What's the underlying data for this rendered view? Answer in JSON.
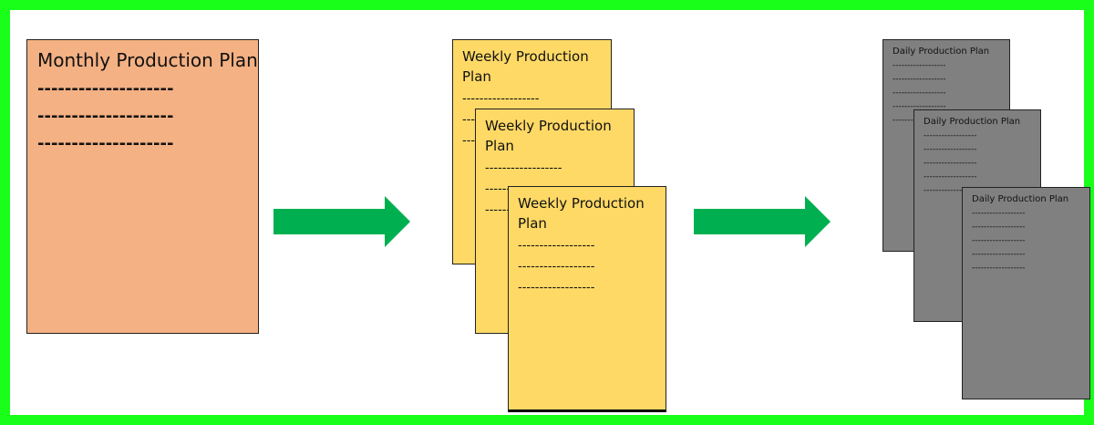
{
  "colors": {
    "frame": "#1aff1a",
    "monthly": "#f4b183",
    "weekly": "#ffd966",
    "daily": "#808080",
    "arrow": "#00b050"
  },
  "monthly": {
    "title": "Monthly Production Plan",
    "lines": [
      "--------------------",
      "--------------------",
      "--------------------"
    ]
  },
  "weekly": [
    {
      "title": "Weekly Production Plan",
      "lines": [
        "------------------",
        "------------------",
        "------------------"
      ]
    },
    {
      "title": "Weekly Production Plan",
      "lines": [
        "------------------",
        "------------------",
        "------------------"
      ]
    },
    {
      "title": "Weekly Production Plan",
      "lines": [
        "------------------",
        "------------------",
        "------------------"
      ]
    }
  ],
  "daily": [
    {
      "title": "Daily Production Plan",
      "lines": [
        "------------------",
        "------------------",
        "------------------",
        "------------------",
        "------------------"
      ]
    },
    {
      "title": "Daily Production Plan",
      "lines": [
        "------------------",
        "------------------",
        "------------------",
        "------------------",
        "------------------"
      ]
    },
    {
      "title": "Daily Production Plan",
      "lines": [
        "------------------",
        "------------------",
        "------------------",
        "------------------",
        "------------------"
      ]
    }
  ],
  "arrows": [
    {
      "icon": "right-arrow-icon"
    },
    {
      "icon": "right-arrow-icon"
    }
  ]
}
